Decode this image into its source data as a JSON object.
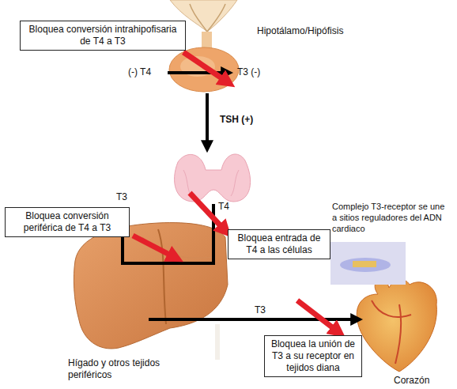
{
  "diagram": {
    "nodes": [
      {
        "text": [
          "Bloquea conversión intrahipofisaria de T4 a T3"
        ]
      },
      {
        "text": [
          "Bloquea conversión periférica de T4 a T3"
        ]
      },
      {
        "text": [
          "Bloquea entrada de T4 a las células"
        ]
      },
      {
        "text": [
          "Bloquea la unión de T3 a su receptor en tejidos diana"
        ]
      }
    ],
    "labels": [
      "Hipotálamo/Hipófisis",
      "(-) T4",
      "T3 (-)",
      "TSH (+)",
      "T3",
      "T4",
      "Complejo T3-receptor se une a sitios reguladores del ADN cardiaco",
      "T3",
      "Hígado y otros tejidos periféricos",
      "Corazón"
    ]
  }
}
